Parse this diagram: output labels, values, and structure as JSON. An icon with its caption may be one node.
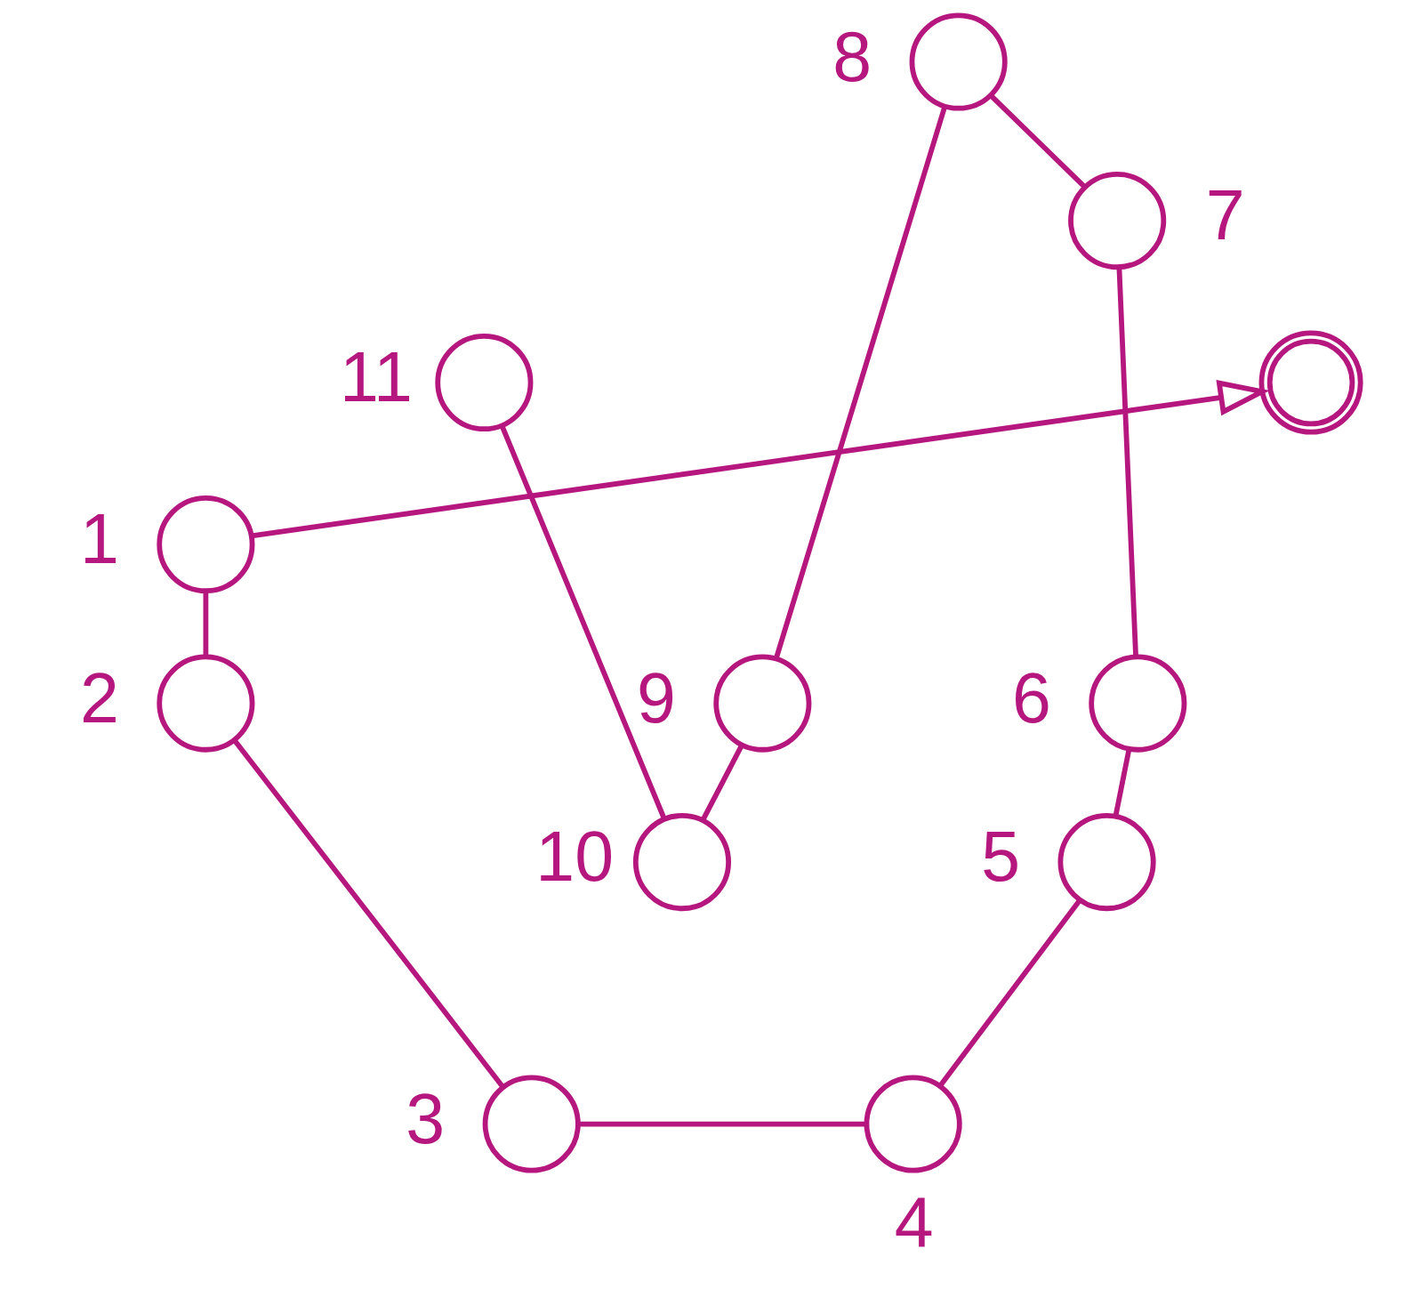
{
  "diagram": {
    "nodes": [
      {
        "text": [],
        "shape": "circle",
        "beside": [
          "1"
        ]
      },
      {
        "text": [],
        "shape": "circle",
        "beside": [
          "2"
        ]
      },
      {
        "text": [],
        "shape": "circle",
        "beside": [
          "3"
        ]
      },
      {
        "text": [],
        "shape": "circle",
        "beside": [
          "4"
        ]
      },
      {
        "text": [],
        "shape": "circle",
        "beside": [
          "5"
        ]
      },
      {
        "text": [],
        "shape": "circle",
        "beside": [
          "6"
        ]
      },
      {
        "text": [],
        "shape": "circle",
        "beside": [
          "7"
        ]
      },
      {
        "text": [],
        "shape": "circle",
        "beside": [
          "8"
        ]
      },
      {
        "text": [],
        "shape": "circle",
        "beside": [
          "9"
        ]
      },
      {
        "text": [],
        "shape": "circle",
        "beside": [
          "10"
        ]
      },
      {
        "text": [],
        "shape": "circle",
        "beside": [
          "11"
        ]
      },
      {
        "text": [],
        "shape": "doublecircle"
      }
    ],
    "edges": [
      {
        "from": 0,
        "to": 11,
        "arrow": "to"
      },
      {
        "from": 0,
        "to": 1,
        "arrow": "none"
      },
      {
        "from": 10,
        "to": 9,
        "arrow": "none"
      },
      {
        "from": 8,
        "to": 9,
        "arrow": "none"
      },
      {
        "from": 1,
        "to": 2,
        "arrow": "none"
      },
      {
        "from": 2,
        "to": 3,
        "arrow": "none"
      },
      {
        "from": 4,
        "to": 3,
        "arrow": "none"
      },
      {
        "from": 5,
        "to": 4,
        "arrow": "none"
      },
      {
        "from": 6,
        "to": 5,
        "arrow": "none"
      },
      {
        "from": 7,
        "to": 6,
        "arrow": "none"
      },
      {
        "from": 7,
        "to": 8,
        "arrow": "none"
      }
    ]
  }
}
